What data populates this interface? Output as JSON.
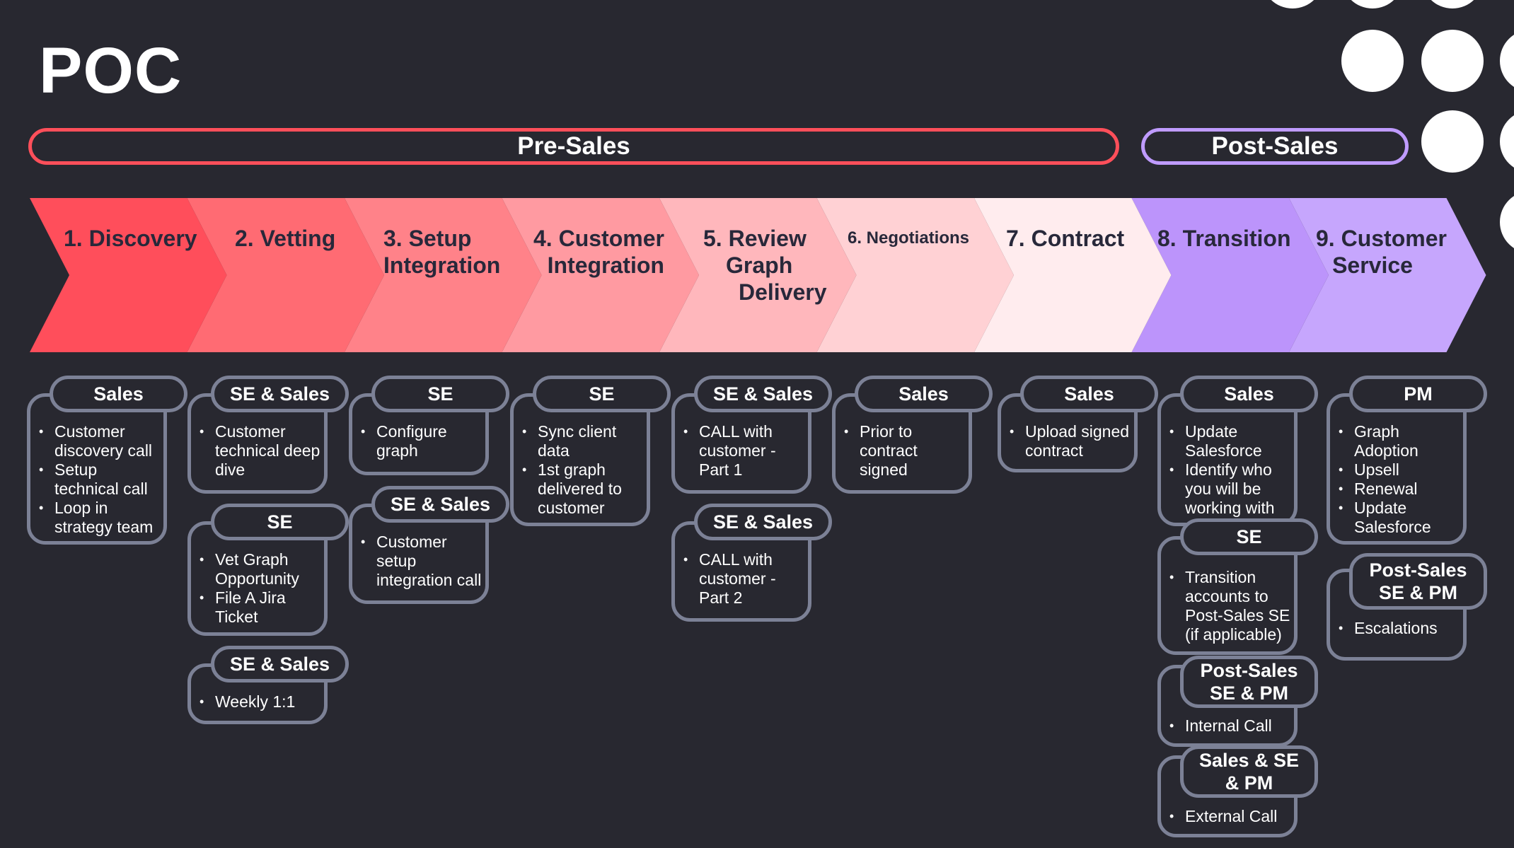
{
  "title": "POC",
  "phases": {
    "pre": "Pre-Sales",
    "post": "Post-Sales"
  },
  "colors": {
    "background": "#282830",
    "presales_border": "#ff4f5a",
    "postsales_border": "#bf9bff",
    "card_border": "#7c8196",
    "chevrons": [
      "#ff4e5b",
      "#ff6b73",
      "#ff8289",
      "#ff9aa1",
      "#ffb7bc",
      "#ffd1d4",
      "#ffecee",
      "#bc94fb",
      "#c6a6fd"
    ]
  },
  "stages": [
    {
      "line1": "1. Discovery",
      "line2": "",
      "line3": ""
    },
    {
      "line1": "2. Vetting",
      "line2": "",
      "line3": ""
    },
    {
      "line1": "3. Setup",
      "line2": "Integration",
      "line3": ""
    },
    {
      "line1": "4. Customer",
      "line2": "Integration",
      "line3": ""
    },
    {
      "line1": "5. Review",
      "line2": "Graph",
      "line3": "Delivery"
    },
    {
      "line1": "6. Negotiations",
      "line2": "",
      "line3": ""
    },
    {
      "line1": "7. Contract",
      "line2": "",
      "line3": ""
    },
    {
      "line1": "8. Transition",
      "line2": "",
      "line3": ""
    },
    {
      "line1": "9. Customer",
      "line2": "Service",
      "line3": ""
    }
  ],
  "cards": [
    {
      "role": "Sales",
      "items": [
        "Customer discovery call",
        "Setup technical call",
        "Loop in strategy team"
      ]
    },
    {
      "role": "SE & Sales",
      "items": [
        "Customer technical deep dive"
      ]
    },
    {
      "role": "SE",
      "items": [
        "Vet Graph Opportunity",
        "File A Jira Ticket"
      ]
    },
    {
      "role": "SE & Sales",
      "items": [
        "Weekly 1:1"
      ]
    },
    {
      "role": "SE",
      "items": [
        "Configure graph"
      ]
    },
    {
      "role": "SE & Sales",
      "items": [
        "Customer setup integration call"
      ]
    },
    {
      "role": "SE",
      "items": [
        "Sync client data",
        "1st graph delivered to customer"
      ]
    },
    {
      "role": "SE & Sales",
      "items": [
        "CALL with customer - Part 1"
      ]
    },
    {
      "role": "SE & Sales",
      "items": [
        "CALL with customer - Part 2"
      ]
    },
    {
      "role": "Sales",
      "items": [
        "Prior to contract signed"
      ]
    },
    {
      "role": "Sales",
      "items": [
        "Upload signed contract"
      ]
    },
    {
      "role": "Sales",
      "items": [
        "Update Salesforce",
        "Identify who you will be working with"
      ]
    },
    {
      "role": "SE",
      "items": [
        "Transition accounts to Post-Sales SE (if applicable)"
      ]
    },
    {
      "role": "Post-Sales SE & PM",
      "items": [
        "Internal Call"
      ]
    },
    {
      "role": "Sales & SE & PM",
      "items": [
        "External Call"
      ]
    },
    {
      "role": "PM",
      "items": [
        "Graph Adoption",
        "Upsell",
        "Renewal",
        "Update Salesforce"
      ]
    },
    {
      "role": "Post-Sales SE & PM",
      "items": [
        "Escalations"
      ]
    }
  ]
}
